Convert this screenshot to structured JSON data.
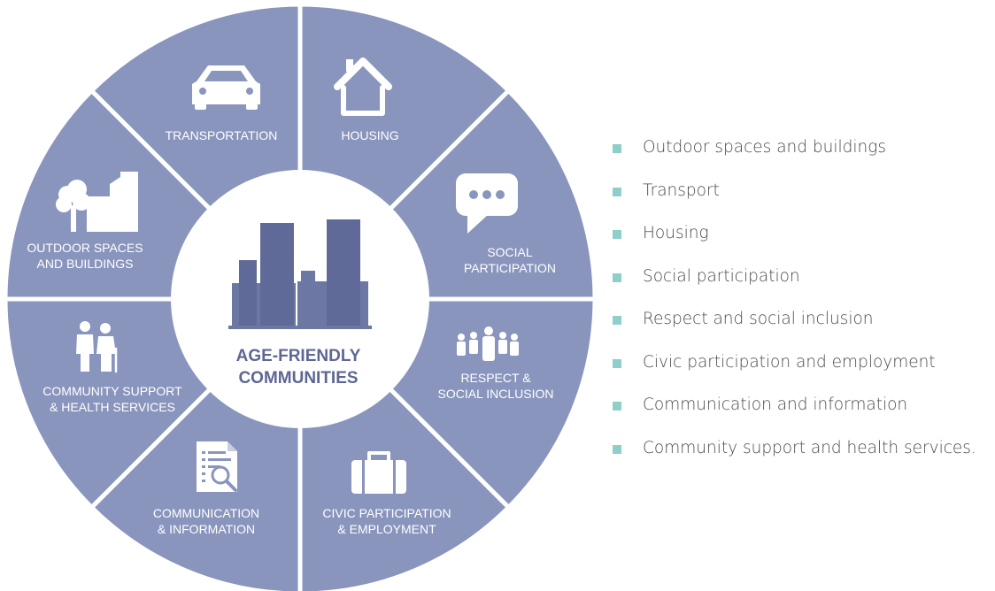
{
  "diagram": {
    "center_title": [
      "AGE-FRIENDLY",
      "COMMUNITIES"
    ],
    "segments": [
      {
        "icon": "house-icon",
        "lines": [
          "HOUSING"
        ]
      },
      {
        "icon": "speech-bubble-icon",
        "lines": [
          "SOCIAL",
          "PARTICIPATION"
        ]
      },
      {
        "icon": "people-group-icon",
        "lines": [
          "RESPECT &",
          "SOCIAL INCLUSION"
        ]
      },
      {
        "icon": "briefcase-icon",
        "lines": [
          "CIVIC PARTICIPATION",
          "& EMPLOYMENT"
        ]
      },
      {
        "icon": "document-magnifier-icon",
        "lines": [
          "COMMUNICATION",
          "& INFORMATION"
        ]
      },
      {
        "icon": "elderly-couple-icon",
        "lines": [
          "COMMUNITY SUPPORT",
          "& HEALTH SERVICES"
        ]
      },
      {
        "icon": "tree-building-icon",
        "lines": [
          "OUTDOOR SPACES",
          "AND BUILDINGS"
        ]
      },
      {
        "icon": "car-icon",
        "lines": [
          "TRANSPORTATION"
        ]
      }
    ],
    "colors": {
      "segment": "#8995bd",
      "center_text": "#5e6794",
      "buildings": "#6d77a3",
      "bullet": "#8ecfca"
    }
  },
  "legend": [
    "Outdoor spaces and buildings",
    "Transport",
    "Housing",
    "Social participation",
    "Respect and social inclusion",
    "Civic participation and employment",
    "Communication and information",
    "Community support and health services."
  ]
}
